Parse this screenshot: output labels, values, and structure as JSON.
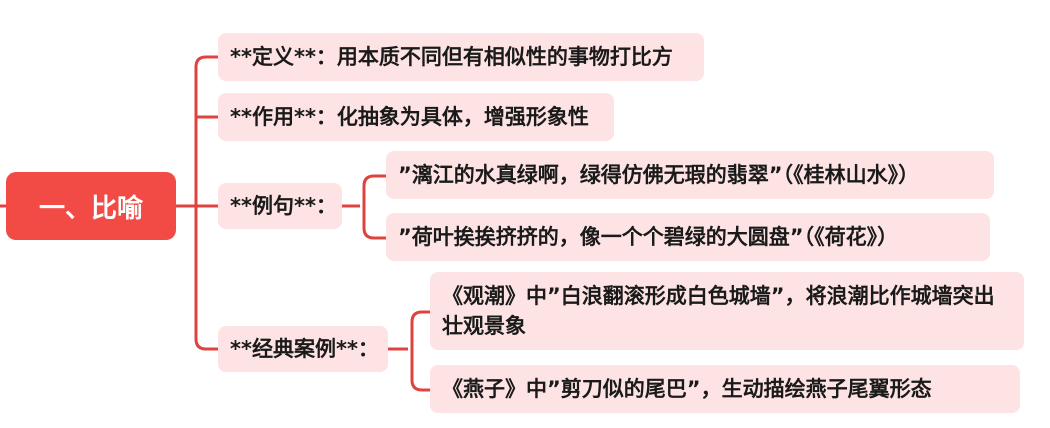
{
  "colors": {
    "root_fill": "#f24b45",
    "node_fill": "#fde3e3",
    "connector": "#e0423d",
    "text": "#1a1a1a"
  },
  "root": {
    "label": "一、比喻"
  },
  "branches": [
    {
      "label": "**定义**：用本质不同但有相似性的事物打比方"
    },
    {
      "label": "**作用**：化抽象为具体，增强形象性"
    },
    {
      "label": "**例句**：",
      "children": [
        {
          "label": "”漓江的水真绿啊，绿得仿佛无瑕的翡翠”（《桂林山水》）"
        },
        {
          "label": "”荷叶挨挨挤挤的，像一个个碧绿的大圆盘”（《荷花》）"
        }
      ]
    },
    {
      "label": "**经典案例**：",
      "children": [
        {
          "label": "《观潮》中”白浪翻滚形成白色城墙”，将浪潮比作城墙突出壮观景象"
        },
        {
          "label": "《燕子》中”剪刀似的尾巴”，生动描绘燕子尾翼形态"
        }
      ]
    }
  ]
}
